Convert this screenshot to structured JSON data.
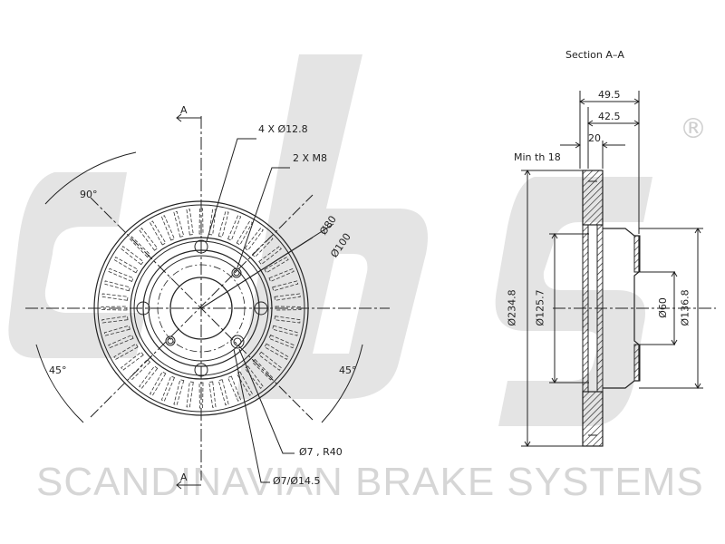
{
  "watermark": {
    "brand": "SCANDINAVIAN BRAKE SYSTEMS",
    "registered_mark": "®"
  },
  "section_view": {
    "title": "Section A–A",
    "dim_overall_width": "49.5",
    "dim_hat_height": "42.5",
    "dim_disc_thickness": "20",
    "min_thickness": "Min th 18",
    "dia_outer": "Ø234.8",
    "dia_hat_inner": "Ø125.7",
    "dia_center_bore": "Ø60",
    "dia_hat_outer": "Ø136.8"
  },
  "front_view": {
    "section_marker": "A",
    "bolt_holes": "4 X Ø12.8",
    "threaded_holes": "2 X M8",
    "pcd_dia": "Ø80",
    "hat_dia": "Ø100",
    "angle_top": "90°",
    "angle_left": "45°",
    "angle_right": "45°",
    "pin_hole": "Ø7 , R40",
    "counterbore": "Ø7/Ø14.5"
  },
  "colors": {
    "line": "#222222",
    "watermark": "#d6d6d6"
  }
}
